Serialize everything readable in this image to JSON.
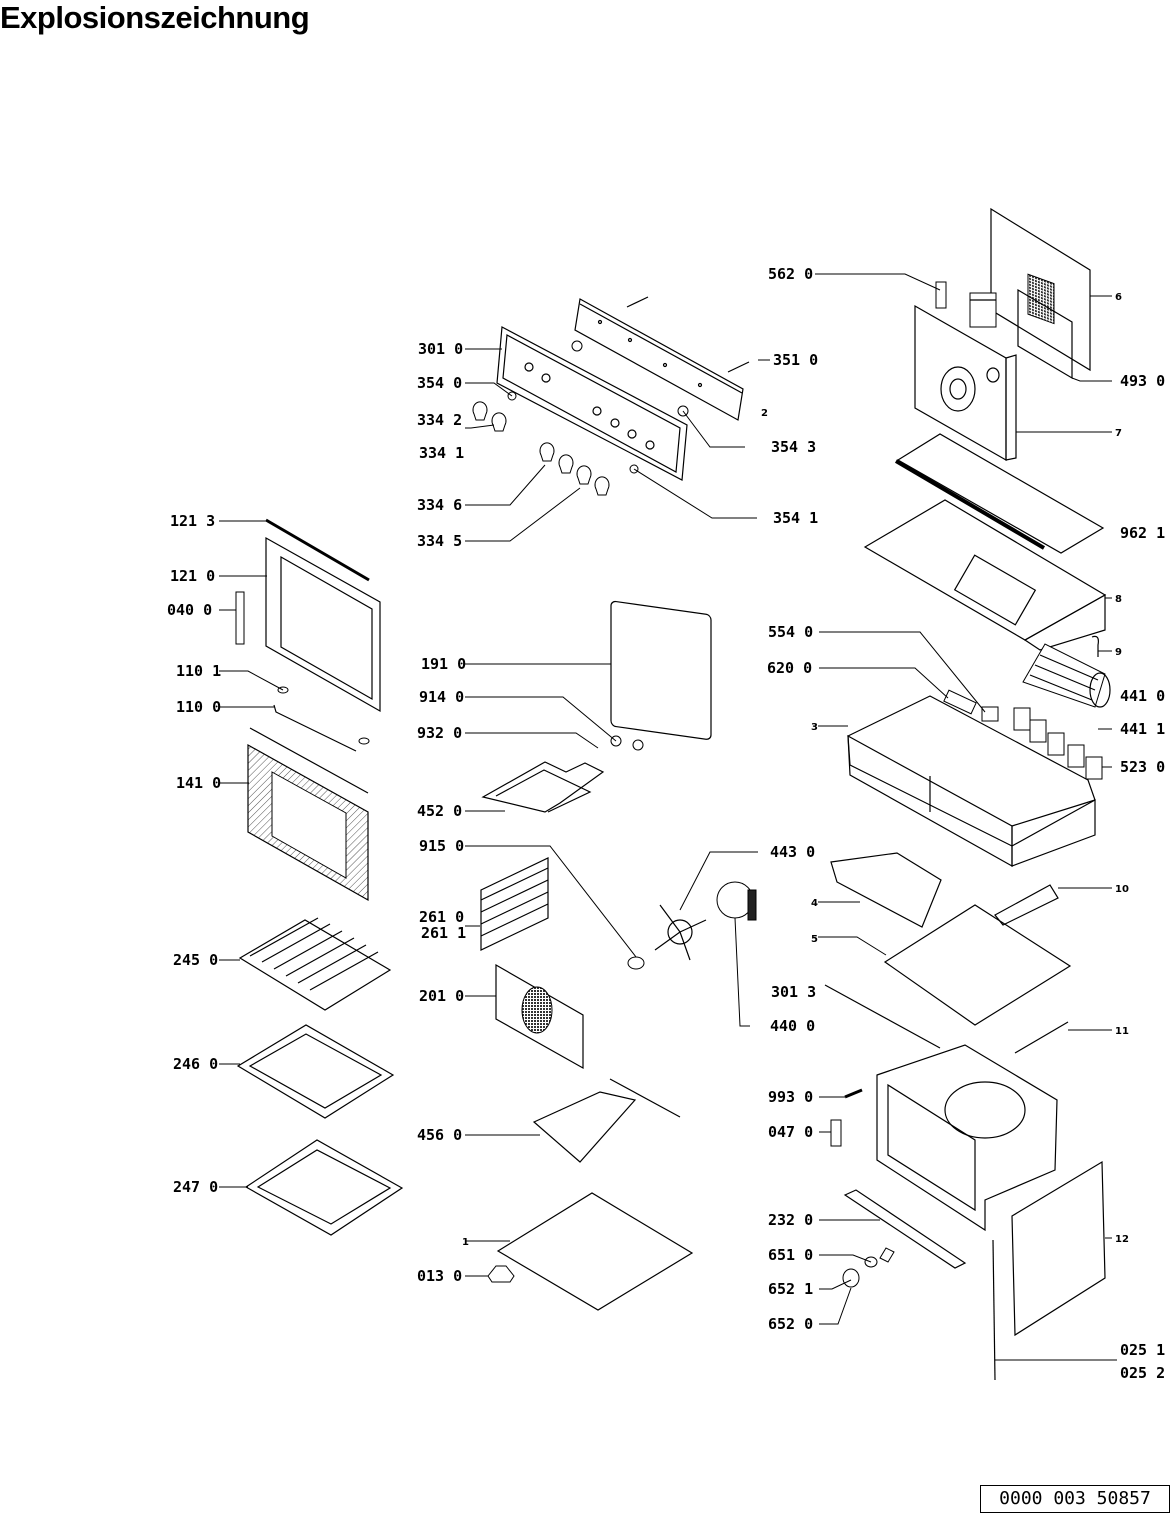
{
  "header": {
    "title": "Explosionszeichnung"
  },
  "document_number": "0000 003 50857",
  "callouts": {
    "c5620": "562 0",
    "c3010": "301 0",
    "c3510": "351 0",
    "c3540": "354 0",
    "c3342": "334 2",
    "c3341": "334 1",
    "c3543": "354 3",
    "c3346": "334 6",
    "c3345": "334 5",
    "c3541": "354 1",
    "c4930": "493 0",
    "c9621": "962 1",
    "c1213": "121 3",
    "c1210": "121 0",
    "c0400": "040 0",
    "c1101": "110 1",
    "c1100": "110 0",
    "c1410": "141 0",
    "c1910": "191 0",
    "c9140": "914 0",
    "c9320": "932 0",
    "c4520": "452 0",
    "c9150": "915 0",
    "c5540": "554 0",
    "c6200": "620 0",
    "c4410": "441 0",
    "c4411": "441 1",
    "c5230": "523 0",
    "c4430": "443 0",
    "c2610": "261 0",
    "c2611": "261 1",
    "c2010": "201 0",
    "c3013": "301 3",
    "c4400": "440 0",
    "c2450": "245 0",
    "c2460": "246 0",
    "c2470": "247 0",
    "c4560": "456 0",
    "c0130": "013 0",
    "c9930": "993 0",
    "c0470": "047 0",
    "c2320": "232 0",
    "c6510": "651 0",
    "c6521": "652 1",
    "c6520": "652 0",
    "c0251": "025 1",
    "c0252": "025 2"
  },
  "position_numbers": {
    "p1": "1",
    "p2": "2",
    "p3": "3",
    "p4": "4",
    "p5": "5",
    "p6": "6",
    "p7": "7",
    "p8": "8",
    "p9": "9",
    "p10": "10",
    "p11": "11",
    "p12": "12"
  }
}
